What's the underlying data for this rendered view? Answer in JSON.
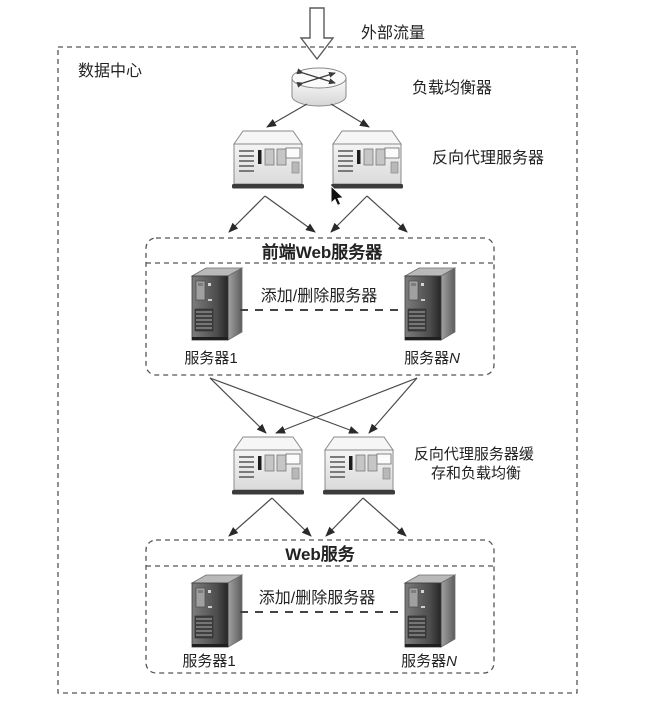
{
  "diagram_type": "network-architecture",
  "colors": {
    "background": "#ffffff",
    "line": "#4a4a4a",
    "dashed_border": "#555555",
    "text": "#222222",
    "server_dark": "#4a4a4a",
    "proxy_light": "#ececec"
  },
  "labels": {
    "external_traffic": "外部流量",
    "datacenter": "数据中心",
    "load_balancer": "负载均衡器",
    "reverse_proxy": "反向代理服务器",
    "cache_lb_line1": "反向代理服务器缓",
    "cache_lb_line2": "存和负载均衡"
  },
  "frontend_group": {
    "title": "前端Web服务器",
    "add_remove": "添加/删除服务器",
    "server_left": "服务器1",
    "server_right_prefix": "服务器",
    "server_right_n": "N"
  },
  "web_group": {
    "title": "Web服务",
    "add_remove": "添加/删除服务器",
    "server_left": "服务器1",
    "server_right_prefix": "服务器",
    "server_right_n": "N"
  }
}
